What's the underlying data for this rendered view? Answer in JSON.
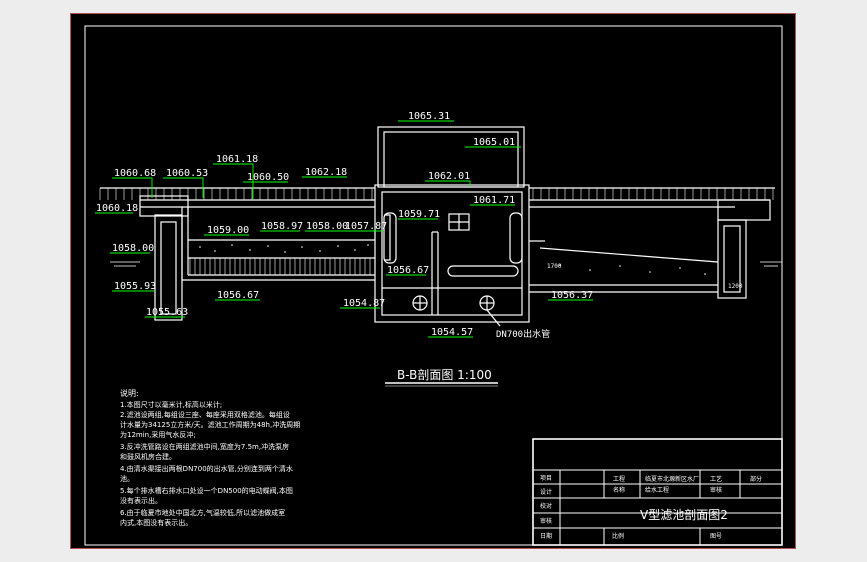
{
  "elevations": {
    "e1065_31": "1065.31",
    "e1065_01": "1065.01",
    "e1060_68": "1060.68",
    "e1060_53": "1060.53",
    "e1061_18": "1061.18",
    "e1060_50": "1060.50",
    "e1062_18": "1062.18",
    "e1062_01": "1062.01",
    "e1061_71": "1061.71",
    "e1060_18": "1060.18",
    "e1059_00": "1059.00",
    "e1058_97": "1058.97",
    "e1058_00a": "1058.00",
    "e1057_87": "1057.87",
    "e1059_71": "1059.71",
    "e1058_00b": "1058.00",
    "e1056_67a": "1056.67",
    "e1055_93": "1055.93",
    "e1056_67b": "1056.67",
    "e1054_87": "1054.87",
    "e1055_63": "1055.63",
    "e1054_57": "1054.57",
    "e1056_37": "1056.37",
    "d1700": "1700",
    "d1200": "1200"
  },
  "labels": {
    "outlet_pipe": "DN700出水管",
    "section_title": "B-B剖面图  1:100"
  },
  "notes": {
    "heading": "说明:",
    "lines": [
      "1.本图尺寸以毫米计,标高以米计;",
      "2.滤池设两组,每组设三座、每座采用双格滤池。每组设",
      "计水量为34125立方米/天。滤池工作周期为48h,冲洗周期",
      "为12min,采用气水反冲;",
      "3.反冲洗管路设在两组滤池中间,宽度为7.5m,冲洗泵房",
      "和鼓风机房合建。",
      "4.由清水渠接出两根DN700的出水管,分别连到两个清水",
      "池。",
      "5.每个排水槽右排水口处设一个DN500的电动蝶阀,本图",
      "没有表示出。",
      "6.由于临夏市地处中国北方,气温较低,所以滤池做成室",
      "内式,本图没有表示出。"
    ]
  },
  "title_block": {
    "row1_label": "项目",
    "row2_label": "设计",
    "row3_label": "校对",
    "row4_label": "审核",
    "row5_label": "日期",
    "col_project_label": "工程",
    "col_project_value": "名称",
    "project_name_line1": "临夏市北塬新区水厂",
    "project_name_line2": "给水工程",
    "field_stage": "工艺",
    "field_unit": "部分",
    "field_review": "审核",
    "field_drawing": "图号",
    "field_scale": "比例",
    "drawing_title": "V型滤池剖面图2"
  },
  "colors": {
    "background": "#000000",
    "line": "#ffffff",
    "dimension": "#00ff00",
    "frame": "#b05050"
  }
}
